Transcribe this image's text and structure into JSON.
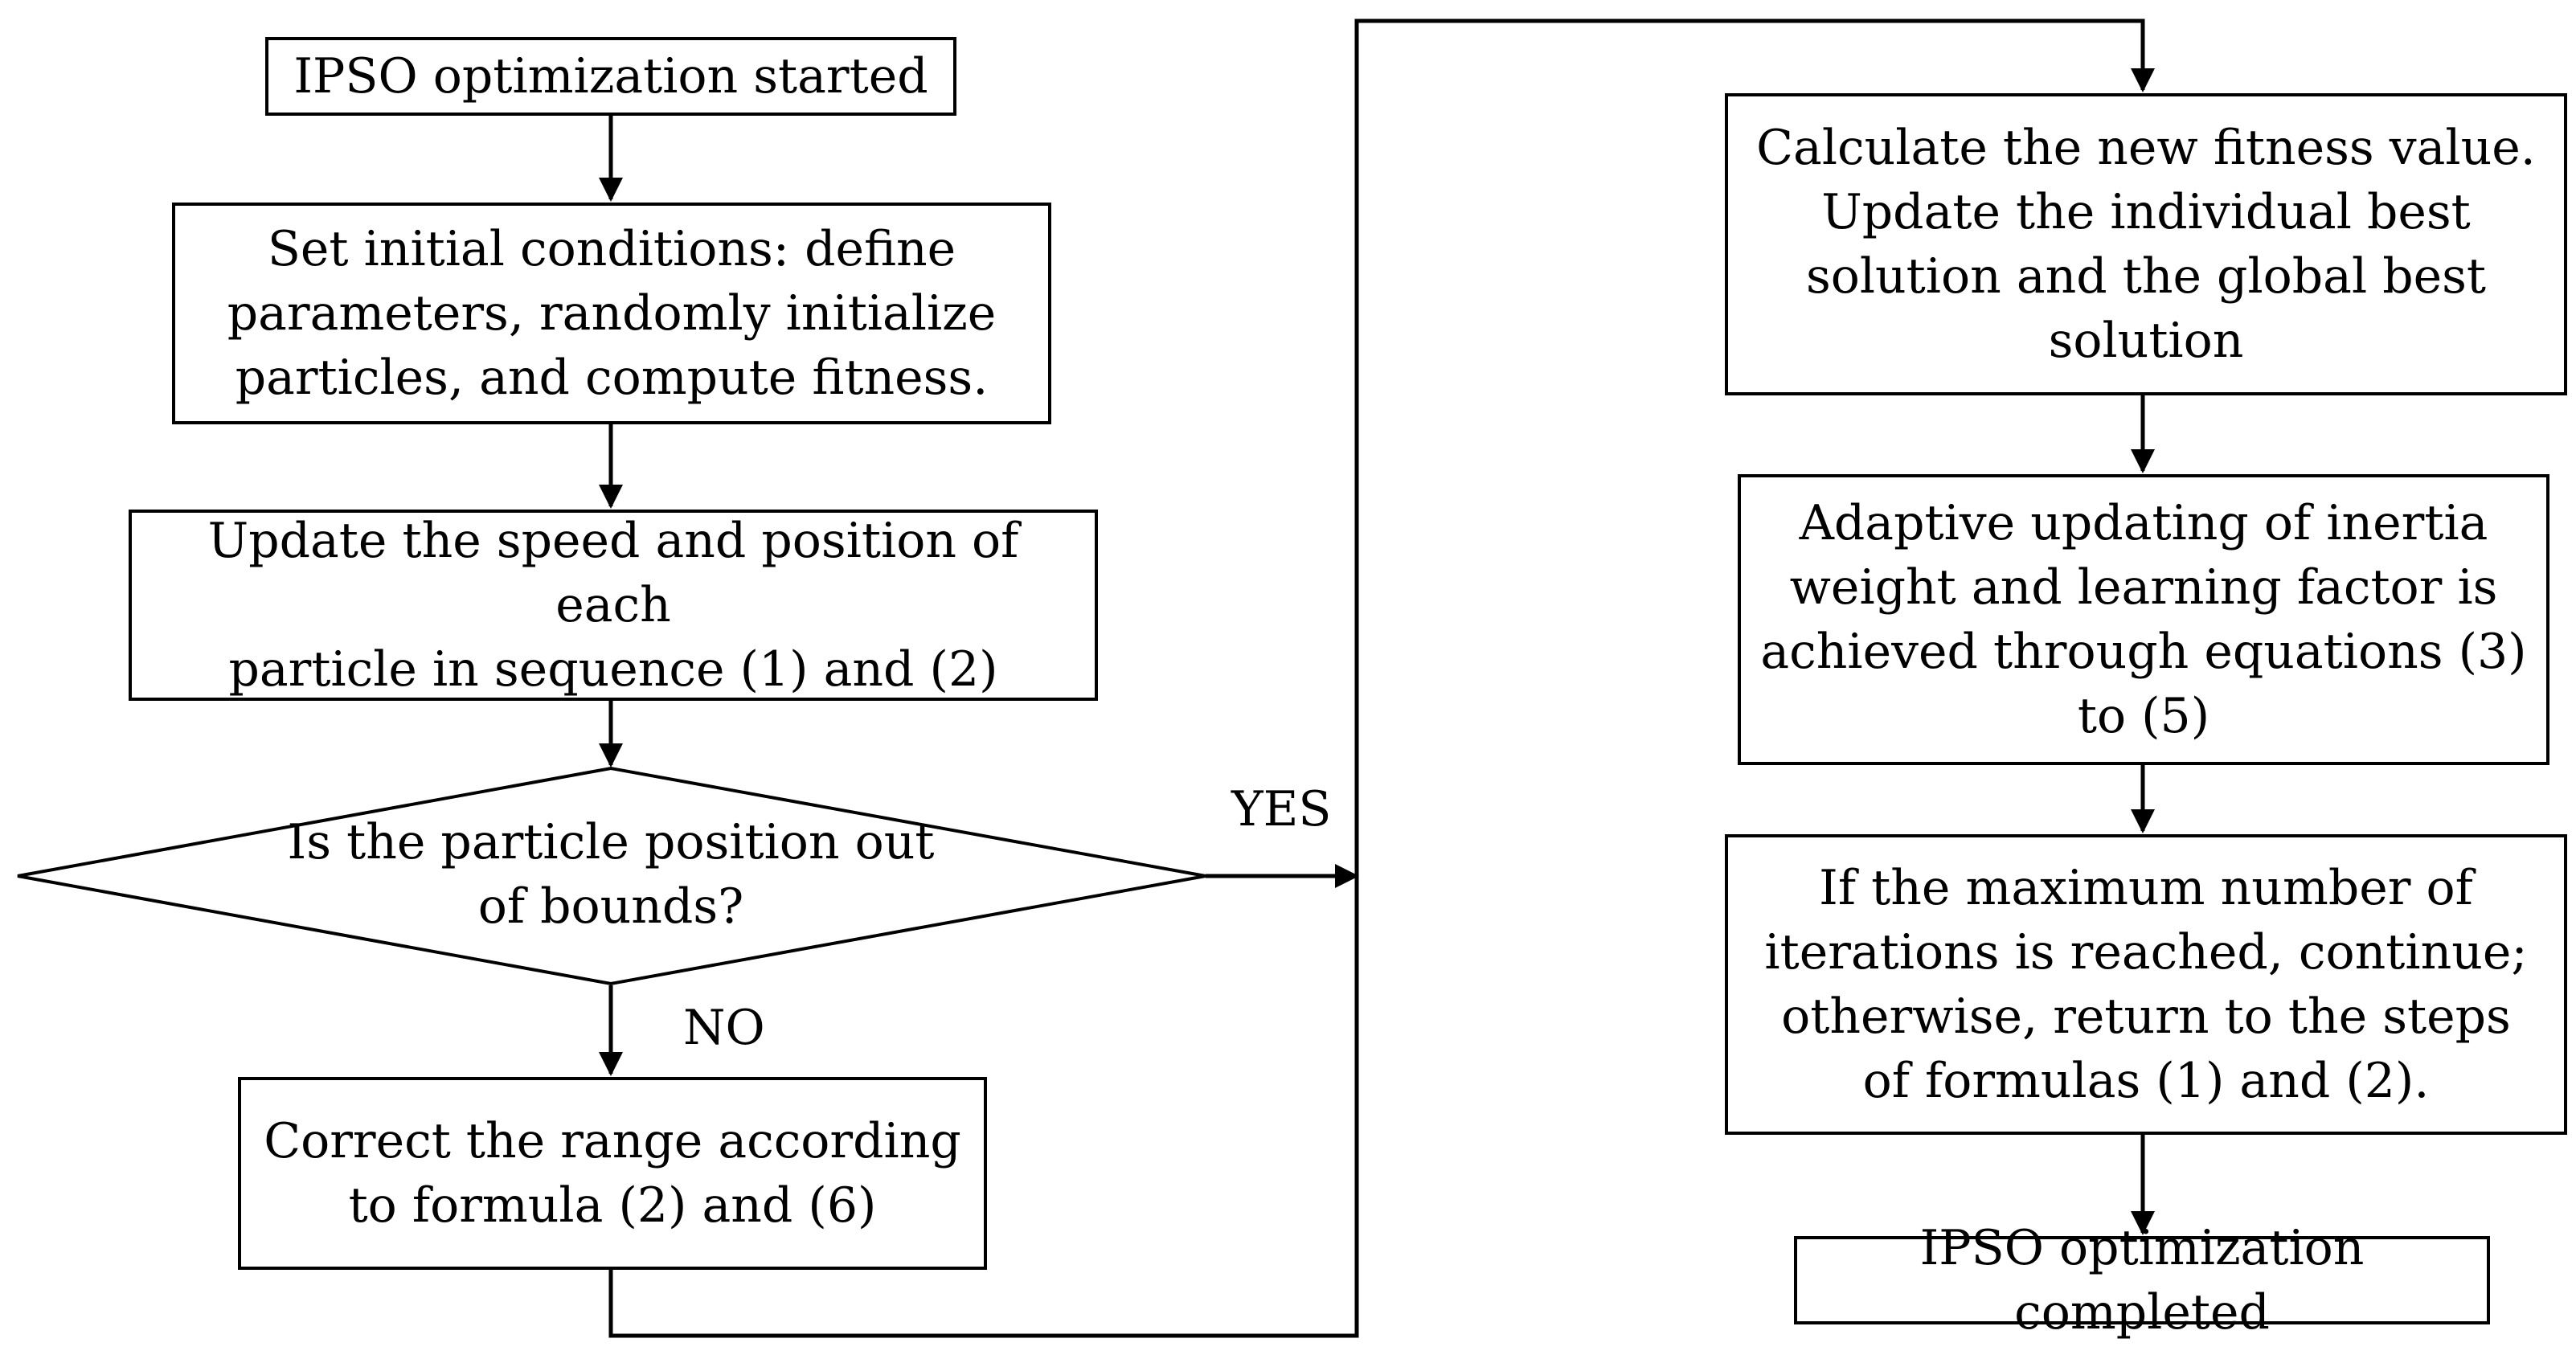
{
  "nodes": {
    "start": "IPSO optimization started",
    "init": "Set initial conditions: define\nparameters, randomly initialize\nparticles, and compute fitness.",
    "update": "Update the speed and position of each\nparticle in sequence (1) and (2)",
    "decision": "Is the particle position out\nof bounds?",
    "correct": "Correct the range according\nto formula (2) and (6)",
    "fitness": "Calculate the new fitness value.\nUpdate the individual best\nsolution and the global best\nsolution",
    "adaptive": "Adaptive updating of inertia\nweight and learning factor is\nachieved through equations (3)\nto (5)",
    "check": "If the maximum number of\niterations is reached, continue;\notherwise, return to the steps\nof formulas (1) and (2).",
    "end": "IPSO optimization completed"
  },
  "labels": {
    "yes": "YES",
    "no": "NO"
  }
}
